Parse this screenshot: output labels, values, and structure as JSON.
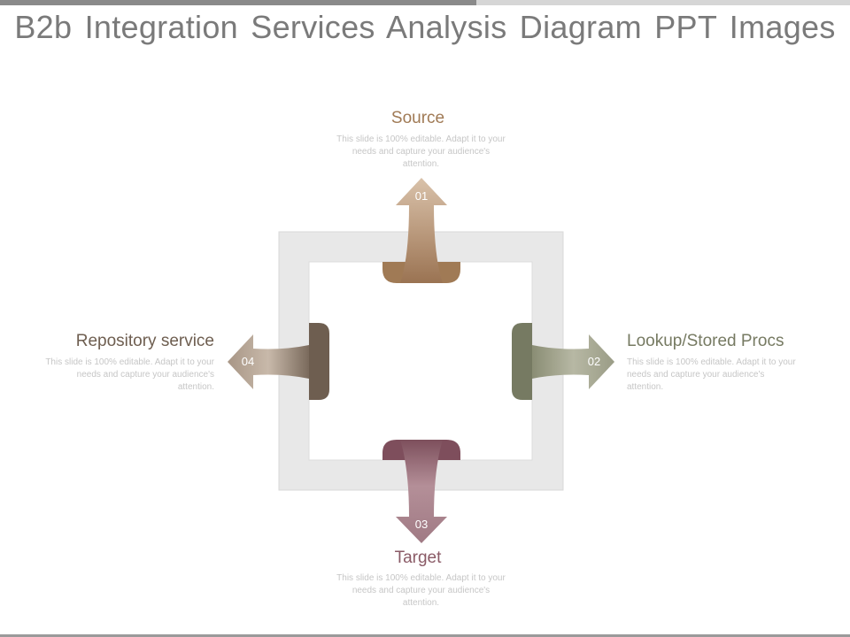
{
  "title": "B2b Integration Services Analysis Diagram PPT Images",
  "colors": {
    "source": "#a07a55",
    "lookup": "#767a62",
    "target": "#8a5a66",
    "repository": "#6e5e50",
    "frame": "#e6e6e6",
    "title_text": "#7a7a7a",
    "desc_text": "#c6c6c6"
  },
  "items": [
    {
      "number": "01",
      "heading": "Source",
      "description": "This slide is 100% editable. Adapt it to your needs and capture your audience's attention."
    },
    {
      "number": "02",
      "heading": "Lookup/Stored Procs",
      "description": "This slide is 100% editable. Adapt it to your needs and capture your audience's attention."
    },
    {
      "number": "03",
      "heading": "Target",
      "description": "This slide is 100% editable. Adapt it to your needs and capture your audience's attention."
    },
    {
      "number": "04",
      "heading": "Repository service",
      "description": "This slide is 100% editable. Adapt it to your needs and capture your audience's attention."
    }
  ]
}
